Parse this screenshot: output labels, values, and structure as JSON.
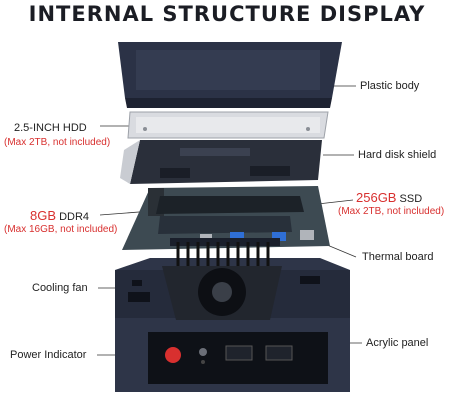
{
  "title": "INTERNAL STRUCTURE DISPLAY",
  "labels": {
    "plastic_body": "Plastic body",
    "hdd": "2.5-INCH HDD",
    "hdd_note": "(Max 2TB, not included)",
    "hard_disk_shield": "Hard disk shield",
    "ssd_capacity": "256GB",
    "ssd": "SSD",
    "ssd_note": "(Max 2TB, not included)",
    "ram_capacity": "8GB",
    "ram": "DDR4",
    "ram_note": "(Max 16GB, not included)",
    "thermal_board": "Thermal board",
    "cooling_fan": "Cooling fan",
    "acrylic_panel": "Acrylic panel",
    "power_indicator": "Power Indicator"
  },
  "colors": {
    "body": "#2e3548",
    "body_dark": "#1d2231",
    "hdd_silver": "#d9dbe0",
    "board_green": "#3d4a52",
    "usb_blue": "#2f6fd6",
    "accent_red": "#d8302f"
  }
}
